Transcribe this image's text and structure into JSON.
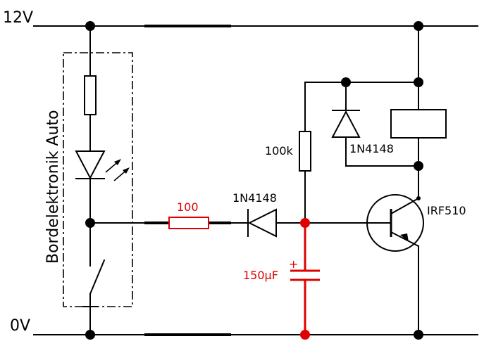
{
  "rails": {
    "top_label": "12V",
    "bottom_label": "0V"
  },
  "module": {
    "label": "Bordelektronik Auto"
  },
  "components": {
    "resistor_series": {
      "label": "100",
      "color": "#e00000"
    },
    "diode_series": {
      "label": "1N4148"
    },
    "resistor_pullup": {
      "label": "100k"
    },
    "diode_flyback": {
      "label": "1N4148"
    },
    "capacitor": {
      "label": "150µF",
      "polarity": "+",
      "color": "#e00000"
    },
    "transistor": {
      "label": "IRF510"
    }
  },
  "colors": {
    "wire": "#000000",
    "highlight": "#e00000"
  }
}
